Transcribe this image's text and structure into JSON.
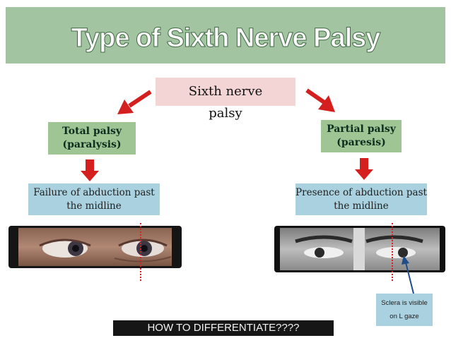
{
  "slide": {
    "title": "Type of Sixth Nerve Palsy",
    "root": {
      "line1": "Sixth nerve",
      "line2": "palsy"
    },
    "total": {
      "line1": "Total palsy",
      "line2": "(paralysis)"
    },
    "partial": {
      "line1": "Partial palsy",
      "line2": "(paresis)"
    },
    "total_finding": {
      "line1": "Failure of abduction past",
      "line2": "the midline"
    },
    "partial_finding": {
      "line1": "Presence of abduction past",
      "line2": "the midline"
    },
    "sclera_note": {
      "line1": "Sclera is visible",
      "line2": "on L gaze"
    },
    "question": "HOW TO DIFFERENTIATE????"
  },
  "colors": {
    "title_band": "#a3c4a1",
    "root_box": "#f3d5d5",
    "category_box": "#a0c594",
    "finding_box": "#a9d1df",
    "arrow": "#d51f1f",
    "midline": "#e02020"
  }
}
